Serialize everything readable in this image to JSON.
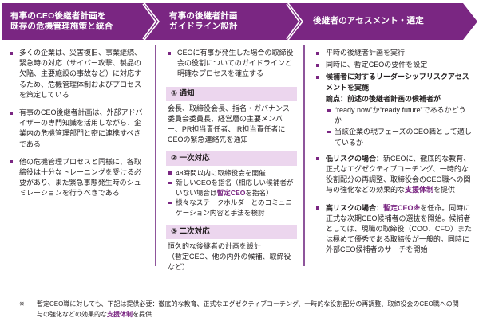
{
  "theme": {
    "accent": "#7A2682",
    "accent_light": "#ECD6EE",
    "divider": "#8E559B",
    "text": "#231f20"
  },
  "banners": [
    {
      "label": "有事のCEO後継者計画を\n既存の危機管理施策と統合"
    },
    {
      "label": "有事の後継者計画\nガイドライン設計"
    },
    {
      "label": "後継者のアセスメント・選定"
    }
  ],
  "column1": {
    "bullets": [
      "多くの企業は、災害復旧、事業継続、緊急時の対応（サイバー攻撃、製品の欠陥、主要施設の事故など）に対応するため、危機管理体制およびプロセスを策定している",
      "有事のCEO後継者計画は、外部アドバイザーの専門知識を活用しながら、企業内の危機管理部門と密に連携すべきである",
      "他の危機管理プロセスと同様に、各取締役は十分なトレーニングを受ける必要があり、また緊急事態発生時のシュミレーションを行うべきである"
    ]
  },
  "column2": {
    "intro": "CEOに有事が発生した場合の取締役会の役割についてのガイドラインと明確なプロセスを確立する",
    "steps": [
      {
        "head": "① 通知",
        "paragraph": "会長、取締役会長、指名・ガバナンス委員会委員長、経営層の主要メンバー、PR担当責任者、IR担当責任者にCEOの緊急連絡先を通知",
        "bullets": []
      },
      {
        "head": "② 一次対応",
        "paragraph": "",
        "bullets": [
          {
            "pre": "48時間以内に取締役会を開催",
            "hl": "",
            "post": ""
          },
          {
            "pre": "新しいCEOを指名（相応しい候補者がいない場合は",
            "hl": "暫定CEO",
            "post": "を指名）"
          },
          {
            "pre": "様々なステークホルダーとのコミュニケーション内容と手法を検討",
            "hl": "",
            "post": ""
          }
        ]
      },
      {
        "head": "③ 二次対応",
        "paragraph": "恒久的な後継者の計画を設計\n（暫定CEO、他の内外の候補、取締役など）",
        "bullets": []
      }
    ]
  },
  "column3": {
    "bullets": [
      {
        "text": "平時の後継者計画を実行",
        "bold": false
      },
      {
        "text": "同時に、暫定CEOの要件を設定",
        "bold": false
      },
      {
        "text": "候補者に対するリーダーシップリスクアセスメントを実施",
        "bold": true
      }
    ],
    "issue_label": "論点：前述の後継者計画の候補者が",
    "issue_subs": [
      "“ready now”か“ready future”であるかどうか",
      "当該企業の現フェーズのCEO職として適しているか"
    ],
    "risk_items": [
      {
        "label": "低リスクの場合：",
        "pre": "新CEOに、徹底的な教育、正式なエグゼクティブコーチング、一時的な役割配分の再調整、取締役会のCEO職への関与の強化などの効果的な",
        "hl": "支援体制",
        "post": "を提供"
      },
      {
        "label": "高リスクの場合：",
        "pre": "",
        "hl": "暫定CEO※",
        "post": "を任命。同時に正式な次期CEO候補者の選抜を開始。候補者としては、現職の取締役（COO、CFO）または極めて優秀である取締役が一般的。同時に外部CEO候補者のサーチを開始"
      }
    ]
  },
  "footnote": {
    "mark": "※",
    "pre": "暫定CEO職に対しても、下記は提供必要：徹底的な教育、正式なエグゼクティブコーチング、一時的な役割配分の再調整、取締役会のCEO職への関与の強化などの効果的な",
    "hl": "支援体制",
    "post": "を提供"
  }
}
